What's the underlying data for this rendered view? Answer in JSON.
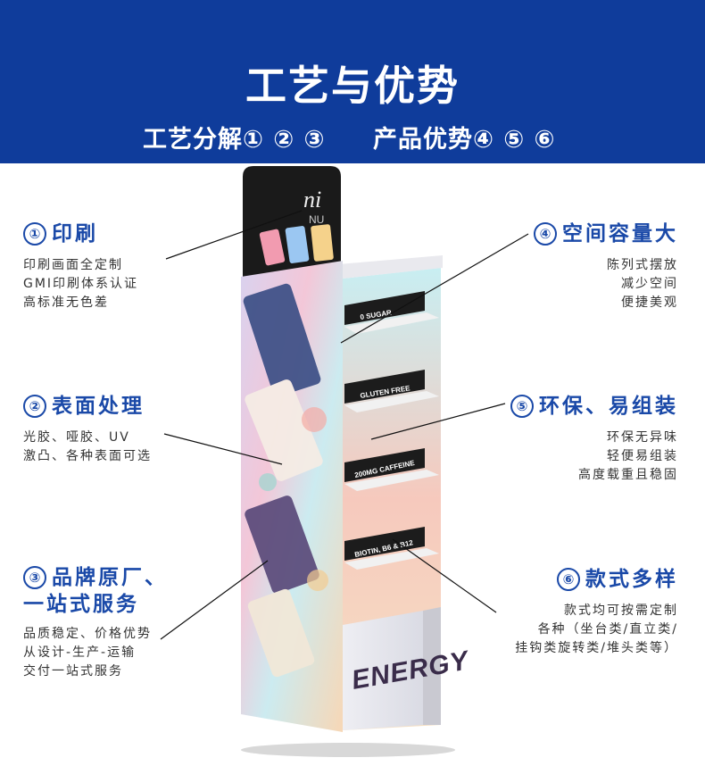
{
  "header": {
    "title": "工艺与优势",
    "subtitle_left": "工艺分解① ② ③",
    "subtitle_right": "产品优势④ ⑤ ⑥"
  },
  "features": {
    "f1": {
      "num": "①",
      "title": "印刷",
      "lines": [
        "印刷画面全定制",
        "GMI印刷体系认证",
        "高标准无色差"
      ]
    },
    "f2": {
      "num": "②",
      "title": "表面处理",
      "lines": [
        "光胶、哑胶、UV",
        "激凸、各种表面可选"
      ]
    },
    "f3": {
      "num": "③",
      "title_lines": [
        "品牌原厂、",
        "一站式服务"
      ],
      "lines": [
        "品质稳定、价格优势",
        "从设计-生产-运输",
        "交付一站式服务"
      ]
    },
    "f4": {
      "num": "④",
      "title": "空间容量大",
      "lines": [
        "陈列式摆放",
        "减少空间",
        "便捷美观"
      ]
    },
    "f5": {
      "num": "⑤",
      "title": "环保、易组装",
      "lines": [
        "环保无异味",
        "轻便易组装",
        "高度载重且稳固"
      ]
    },
    "f6": {
      "num": "⑥",
      "title": "款式多样",
      "lines": [
        "款式均可按需定制",
        "各种（坐台类/直立类/",
        "挂钩类旋转类/堆头类等）"
      ]
    }
  },
  "product": {
    "header_logo": "ni",
    "header_logo_sub": "NU",
    "shelf_labels": [
      "0 SUGAR",
      "GLUTEN FREE",
      "200MG CAFFEINE",
      "BIOTIN, B6 & B12"
    ],
    "base_text": "ENERGY",
    "colors": {
      "header_band": "#0f3c9b",
      "accent_blue": "#1a49a8",
      "shelf_strip": "#1c1c1c"
    }
  }
}
